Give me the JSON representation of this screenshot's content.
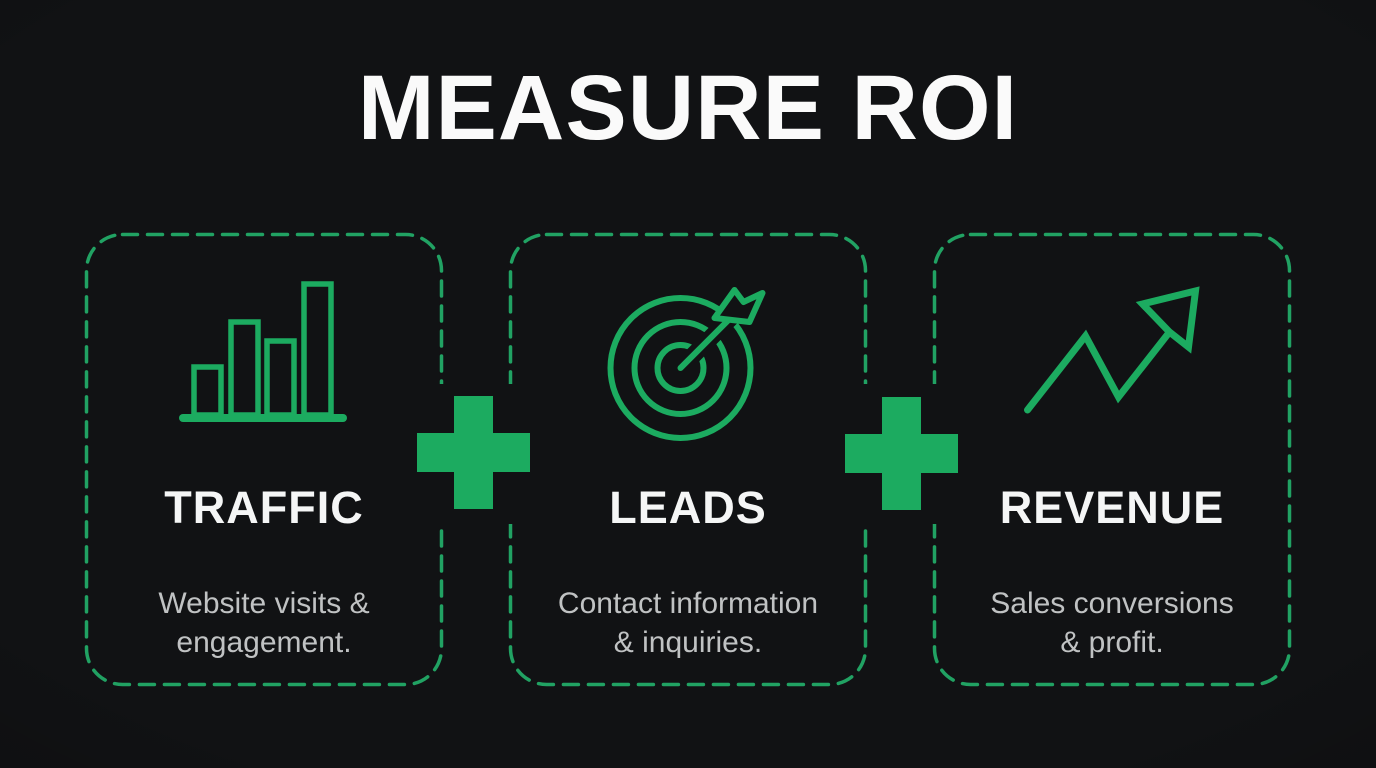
{
  "page": {
    "title": "MEASURE ROI"
  },
  "cards": [
    {
      "label": "TRAFFIC",
      "icon": "bar-chart-icon",
      "desc_line1": "Website visits &",
      "desc_line2": "engagement."
    },
    {
      "label": "LEADS",
      "icon": "target-arrow-icon",
      "desc_line1": "Contact information",
      "desc_line2": "& inquiries."
    },
    {
      "label": "REVENUE",
      "icon": "trend-up-arrow-icon",
      "desc_line1": "Sales conversions",
      "desc_line2": "& profit."
    }
  ],
  "separators": [
    {
      "symbol": "+"
    },
    {
      "symbol": "+"
    }
  ],
  "colors": {
    "background": "#111214",
    "accent_green": "#1cab60",
    "border_green": "#21a263",
    "heading_white": "#fafafa",
    "body_gray": "#c0c2c3"
  }
}
